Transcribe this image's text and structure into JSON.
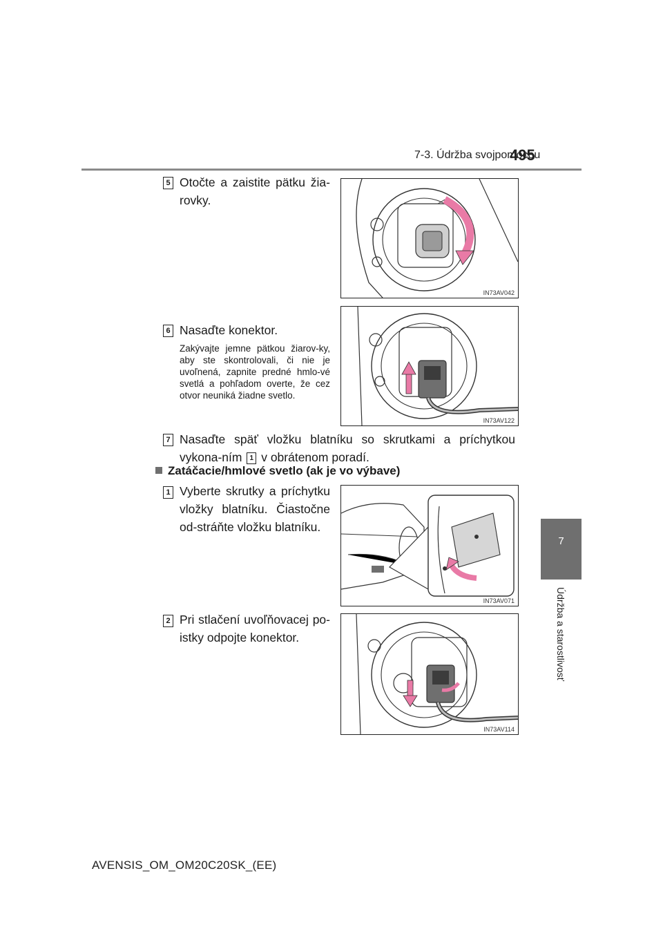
{
  "header": {
    "section_title": "7-3. Údržba svojpomocou",
    "page_number": "495"
  },
  "side_tab": {
    "chapter_number": "7",
    "chapter_title": "Údržba a starostlivosť"
  },
  "steps": [
    {
      "badge": "5",
      "text": "Otočte a zaistite pätku žia-rovky.",
      "figure_code": "IN73AV042"
    },
    {
      "badge": "6",
      "text": "Nasaďte konektor.",
      "note": "Zakývajte jemne pätkou žiarov-ky, aby ste skontrolovali, či nie je uvoľnená, zapnite predné hmlo-vé svetlá a pohľadom overte, že cez otvor neuniká žiadne svetlo.",
      "figure_code": "IN73AV122"
    },
    {
      "badge": "7",
      "text_before": "Nasaďte späť vložku blatníku so skrutkami a príchytkou vykona-ním",
      "ref_badge": "1",
      "text_after": "v obrátenom poradí."
    }
  ],
  "section": {
    "title": "Zatáčacie/hmlové svetlo (ak je vo výbave)"
  },
  "section_steps": [
    {
      "badge": "1",
      "text": "Vyberte skrutky a príchytku vložky blatníku. Čiastočne od-stráňte vložku blatníku.",
      "figure_code": "IN73AV071"
    },
    {
      "badge": "2",
      "text": "Pri stlačení uvoľňovacej po-istky odpojte konektor.",
      "figure_code": "IN73AV114"
    }
  ],
  "footer": {
    "doc_id": "AVENSIS_OM_OM20C20SK_(EE)"
  },
  "colors": {
    "arrow_pink": "#e97aa6",
    "tab_gray": "#6f6f6f"
  }
}
